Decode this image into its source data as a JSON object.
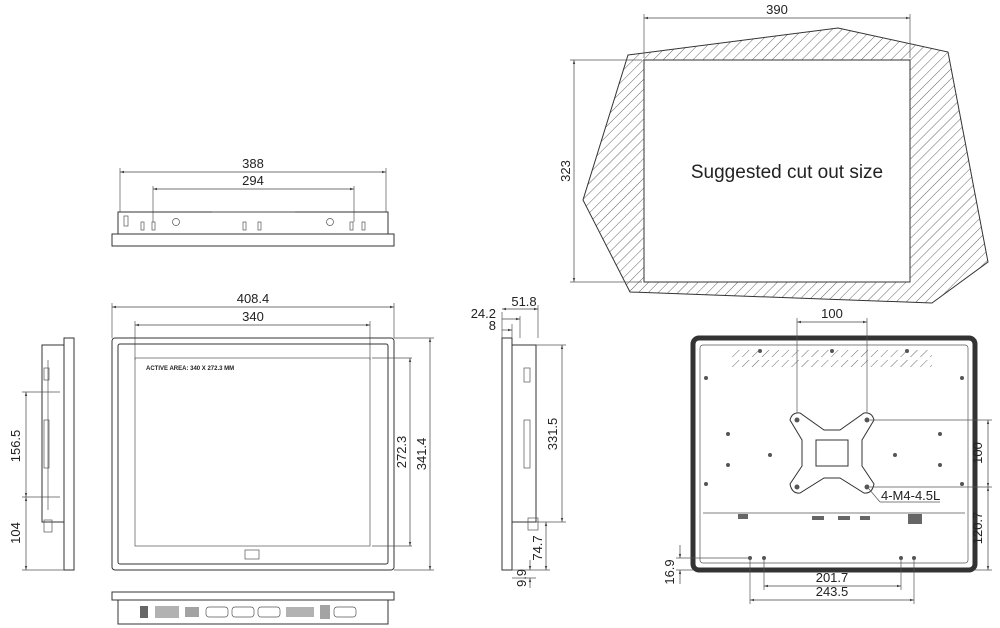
{
  "top_view": {
    "overall_width": "388",
    "inner_width": "294"
  },
  "front_view": {
    "overall_width": "408.4",
    "active_width": "340",
    "active_height": "272.3",
    "overall_height": "341.4",
    "active_area_label": "ACTIVE AREA: 340 X 272.3 MM"
  },
  "left_side": {
    "upper_dim": "156.5",
    "lower_dim": "104"
  },
  "right_side": {
    "depth_total": "51.8",
    "depth_mid": "24.2",
    "depth_small": "8",
    "height": "331.5",
    "lower_dim": "74.7",
    "bottom_dim": "9.9"
  },
  "cutout": {
    "width": "390",
    "height": "323",
    "label": "Suggested cut out size"
  },
  "rear_view": {
    "vesa_width": "100",
    "vesa_height": "100",
    "screw_label": "4-M4-4.5L",
    "right_lower": "120.7",
    "bottom_left": "16.9",
    "hole_span_inner": "201.7",
    "hole_span_outer": "243.5"
  },
  "colors": {
    "line": "#333333",
    "hatch": "#666666"
  }
}
